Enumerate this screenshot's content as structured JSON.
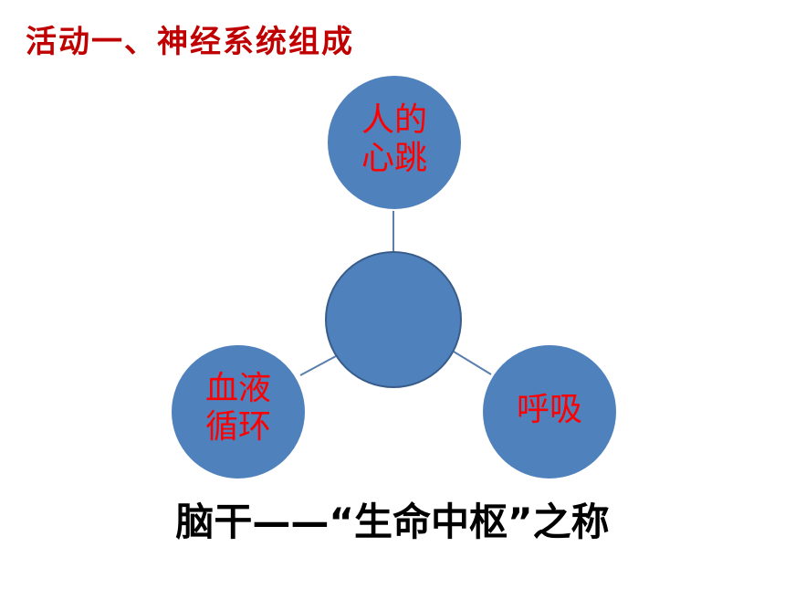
{
  "title": "活动一、神经系统组成",
  "diagram": {
    "center": {
      "label": ""
    },
    "nodes": [
      {
        "id": "heartbeat",
        "lines": [
          "人的",
          "心跳"
        ]
      },
      {
        "id": "blood-circulation",
        "lines": [
          "血液",
          "循环"
        ]
      },
      {
        "id": "breathing",
        "lines": [
          "呼吸"
        ]
      }
    ]
  },
  "caption": "脑干——“生命中枢”之称",
  "colors": {
    "title": "#c00000",
    "node_fill": "#4f81bd",
    "node_stroke": "#385d8a",
    "node_text": "#ff0000",
    "connector": "#5a7fae",
    "caption": "#000000"
  }
}
